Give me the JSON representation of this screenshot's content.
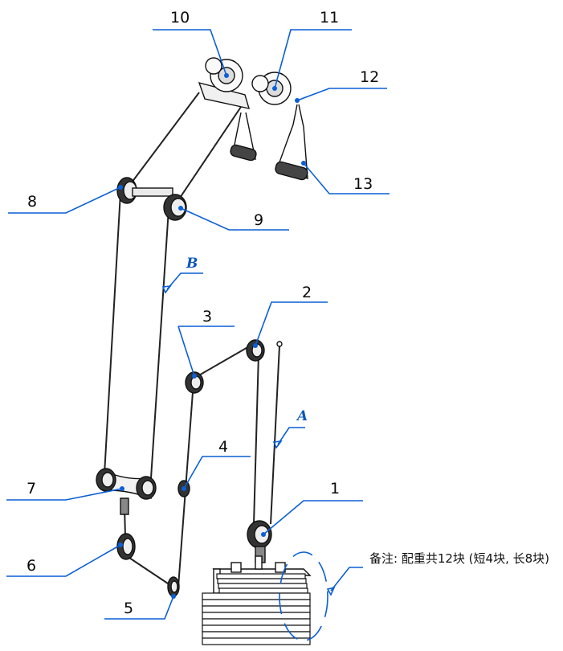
{
  "callouts": [
    {
      "id": "10",
      "label": "10"
    },
    {
      "id": "11",
      "label": "11"
    },
    {
      "id": "12",
      "label": "12"
    },
    {
      "id": "13",
      "label": "13"
    },
    {
      "id": "8",
      "label": "8"
    },
    {
      "id": "9",
      "label": "9"
    },
    {
      "id": "B",
      "label": "B"
    },
    {
      "id": "2",
      "label": "2"
    },
    {
      "id": "3",
      "label": "3"
    },
    {
      "id": "A",
      "label": "A"
    },
    {
      "id": "4",
      "label": "4"
    },
    {
      "id": "1",
      "label": "1"
    },
    {
      "id": "7",
      "label": "7"
    },
    {
      "id": "6",
      "label": "6"
    },
    {
      "id": "5",
      "label": "5"
    }
  ],
  "note": "备注: 配重共12块 (短4块, 长8块)",
  "colors": {
    "leader": "#0a5fd6",
    "ink": "#111111"
  }
}
